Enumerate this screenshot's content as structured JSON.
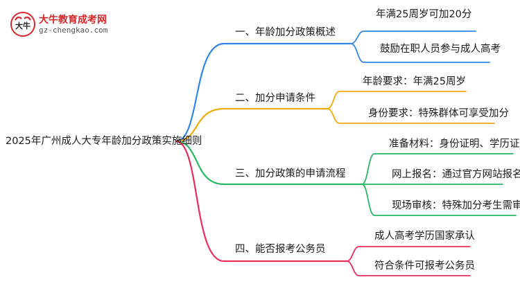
{
  "logo": {
    "title": "大牛教育成考网",
    "url": "gz-chengkao.com",
    "mark_text": "大牛"
  },
  "root": "2025年广州成人大专年龄加分政策实施细则",
  "branches": [
    {
      "label": "一、年龄加分政策概述",
      "color": "#2f86e8",
      "leaves": [
        "年满25周岁可加20分",
        "鼓励在职人员参与成人高考"
      ]
    },
    {
      "label": "二、加分申请条件",
      "color": "#f0aa0a",
      "leaves": [
        "年龄要求：年满25周岁",
        "身份要求：特殊群体可享受加分"
      ]
    },
    {
      "label": "三、加分政策的申请流程",
      "color": "#28b864",
      "leaves": [
        "准备材料：身份证明、学历证明",
        "网上报名：通过官方网站报名",
        "现场审核：特殊加分考生需审核"
      ]
    },
    {
      "label": "四、能否报考公务员",
      "color": "#ec2c5a",
      "leaves": [
        "成人高考学历国家承认",
        "符合条件可报考公务员"
      ]
    }
  ]
}
